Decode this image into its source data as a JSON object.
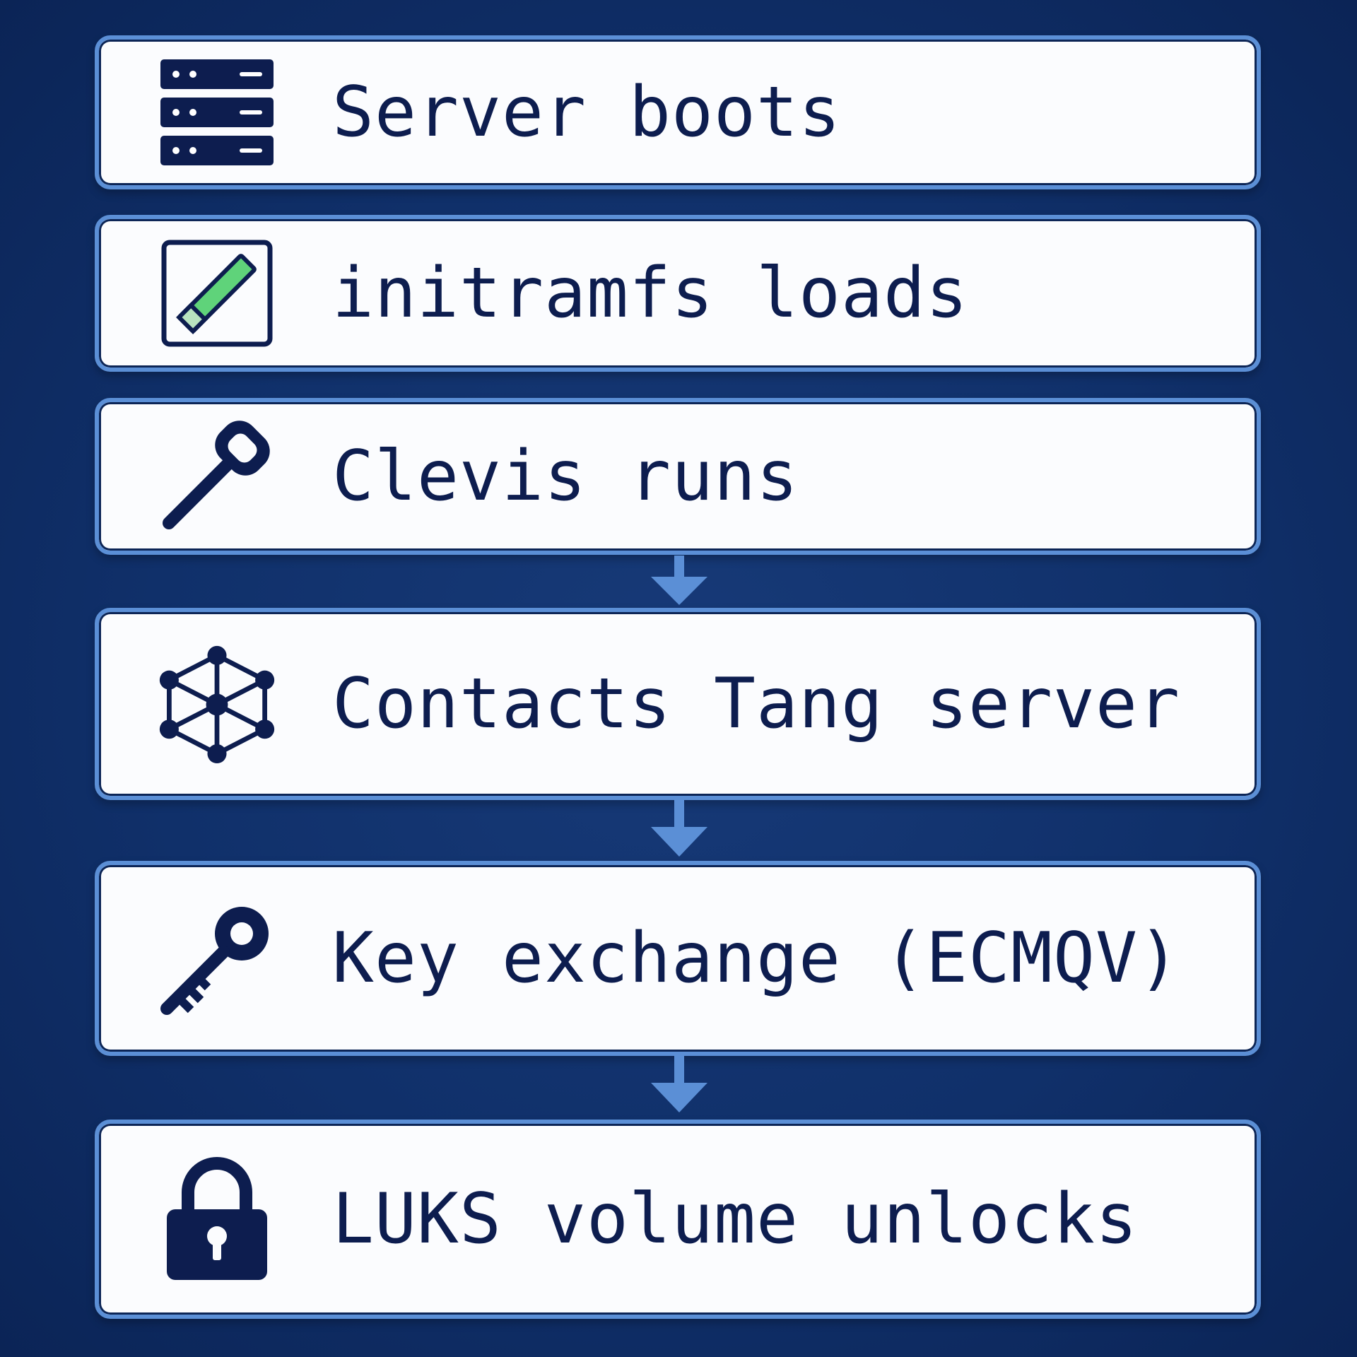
{
  "diagram": {
    "steps": [
      {
        "label": "Server boots",
        "icon": "server-rack-icon"
      },
      {
        "label": "initramfs loads",
        "icon": "ramdisk-icon"
      },
      {
        "label": "Clevis runs",
        "icon": "wrench-icon"
      },
      {
        "label": "Contacts Tang server",
        "icon": "network-icon"
      },
      {
        "label": "Key exchange (ECMQV)",
        "icon": "key-icon"
      },
      {
        "label": "LUKS volume unlocks",
        "icon": "lock-icon"
      }
    ],
    "colors": {
      "background": "#0f2a5e",
      "box_fill": "#fbfcfe",
      "box_border": "#5b8fd6",
      "text": "#0d1d4f",
      "icon": "#0d1d4f",
      "accent_green": "#5fd37a",
      "arrow": "#5b8fd6"
    }
  }
}
